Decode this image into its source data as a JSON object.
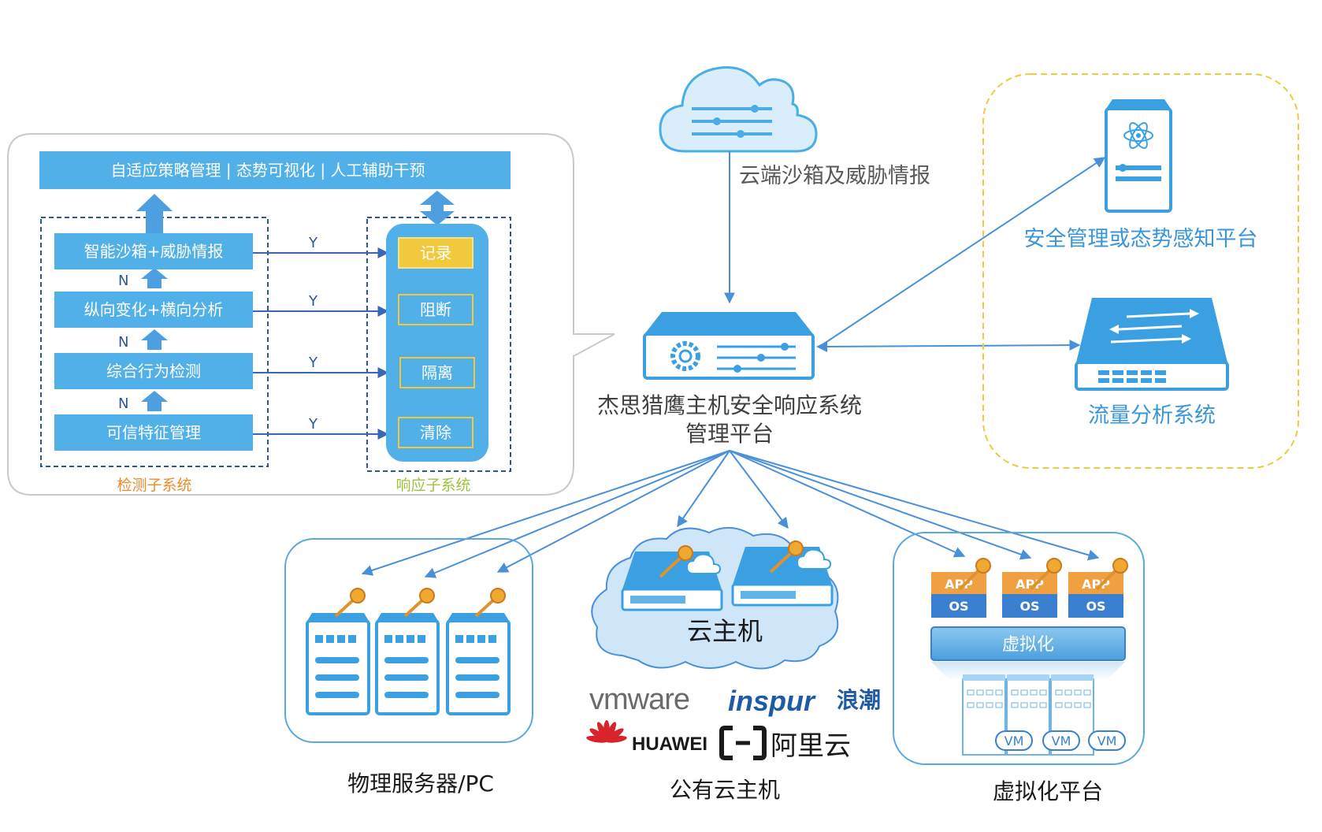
{
  "detection_panel": {
    "top_bar": "自适应策略管理 | 态势可视化 | 人工辅助干预",
    "steps": [
      "智能沙箱+威胁情报",
      "纵向变化+横向分析",
      "综合行为检测",
      "可信特征管理"
    ],
    "n_label": "N",
    "y_label": "Y",
    "responses": [
      "记录",
      "阻断",
      "隔离",
      "清除"
    ],
    "detection_caption": "检测子系统",
    "response_caption": "响应子系统"
  },
  "cloud_label": "云端沙箱及威胁情报",
  "center_label": [
    "杰思猎鹰主机安全响应系统",
    "管理平台"
  ],
  "right_panel": {
    "security_label": "安全管理或态势感知平台",
    "traffic_label": "流量分析系统"
  },
  "bottom": {
    "physical_label": "物理服务器/PC",
    "cloud_host_label": "云主机",
    "public_cloud_label": "公有云主机",
    "virtual_label": "虚拟化平台",
    "app_label": "APP",
    "os_label": "OS",
    "virtualization_bar": "虚拟化",
    "vm_label": "VM"
  },
  "vendors": {
    "vmware": "vmware",
    "inspur_en": "inspur",
    "inspur_cn": "浪潮",
    "huawei": "HUAWEI",
    "aliyun": "阿里云"
  },
  "colors": {
    "primary_blue": "#4badE6",
    "dark_blue": "#2f5597",
    "light_blue": "#d7ecfa",
    "yellow": "#f0c93c",
    "orange": "#f0a040",
    "green_caption": "#9dc340",
    "orange_caption": "#f08a28",
    "right_text": "#3a96d8"
  }
}
